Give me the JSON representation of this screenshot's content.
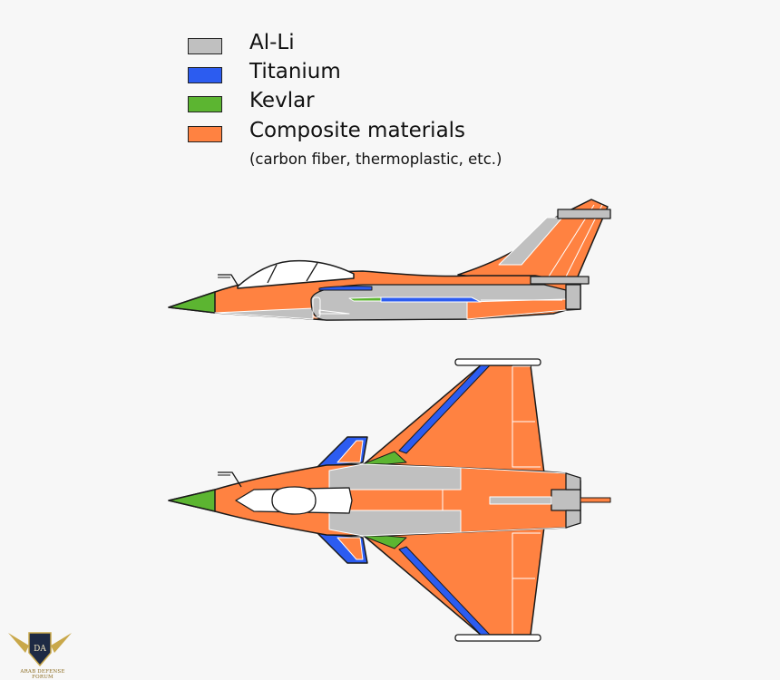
{
  "legend": {
    "items": [
      {
        "label": "Al-Li",
        "color": "#c0c0c0"
      },
      {
        "label": "Titanium",
        "color": "#2c5cf0"
      },
      {
        "label": "Kevlar",
        "color": "#5cb531"
      },
      {
        "label": "Composite materials",
        "color": "#ff8241"
      }
    ],
    "note": "(carbon fiber, thermoplastic, etc.)"
  },
  "colors": {
    "background": "#f7f7f7",
    "outline": "#1a1a1a",
    "canopy": "#ffffff"
  },
  "watermark": {
    "monogram": "DA",
    "text": "ARAB DEFENSE FORUM"
  }
}
